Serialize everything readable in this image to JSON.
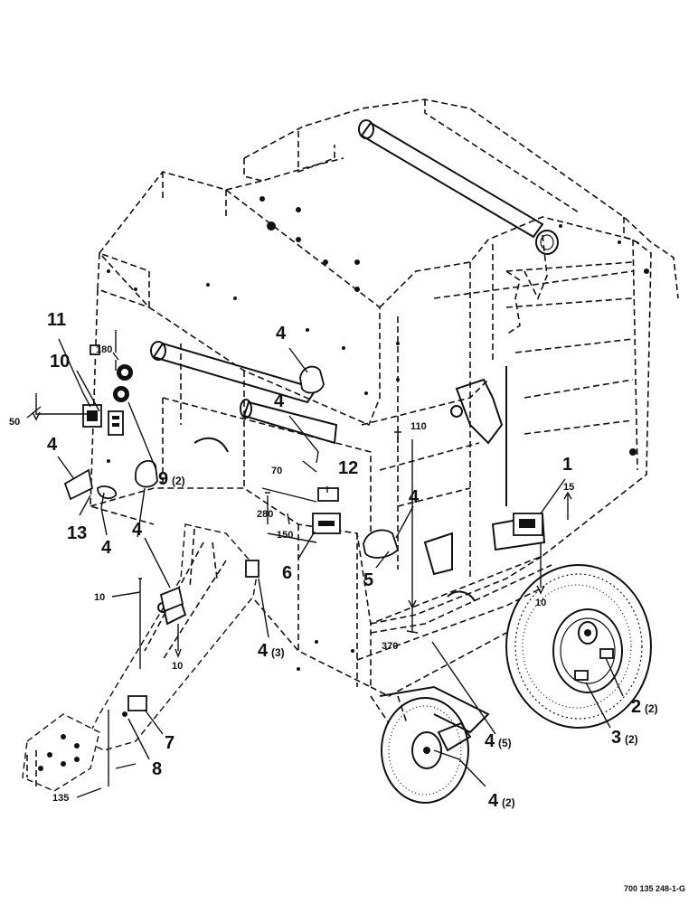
{
  "callouts": {
    "c1": "1",
    "c2": "2",
    "c2_qty": "(2)",
    "c3": "3",
    "c3_qty": "(2)",
    "c4_top": "4",
    "c4_mid": "4",
    "c4_left": "4",
    "c4_left_bottom": "4",
    "c4_hitch": "4",
    "c4_right": "4",
    "c4_panel": "4",
    "c4_panel_qty": "(3)",
    "c4_frame": "4",
    "c4_frame_qty": "(5)",
    "c4_wheel": "4",
    "c4_wheel_qty": "(2)",
    "c5": "5",
    "c6": "6",
    "c7": "7",
    "c8": "8",
    "c9": "9",
    "c9_qty": "(2)",
    "c10": "10",
    "c11": "11",
    "c12": "12",
    "c13": "13"
  },
  "dimensions": {
    "d180": "180",
    "d50": "50",
    "d70": "70",
    "d280": "280",
    "d150": "150",
    "d110": "110",
    "d15": "15",
    "d10_hitch_left": "10",
    "d10_hitch_below": "10",
    "d10_right": "10",
    "d370": "370",
    "d135": "135"
  },
  "reference_number": "700 135 248-1-G"
}
